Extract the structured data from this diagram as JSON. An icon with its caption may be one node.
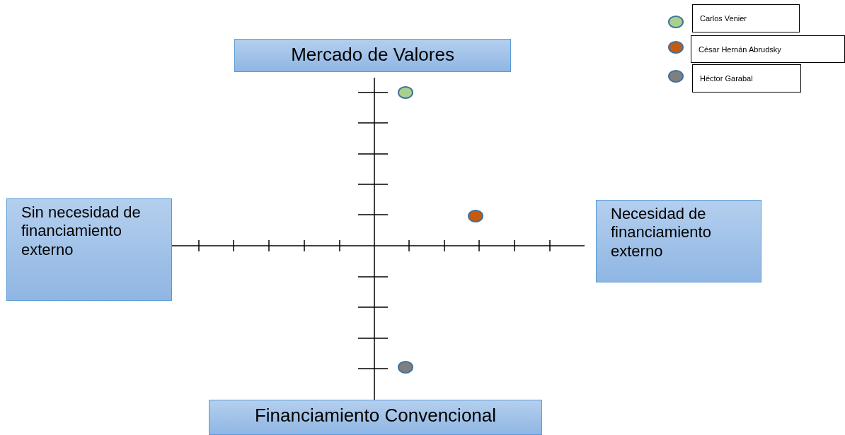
{
  "diagram": {
    "nodes": [
      {
        "text": [
          "Mercado de Valores"
        ]
      },
      {
        "text": [
          "Sin necesidad de financiamiento externo"
        ]
      },
      {
        "text": [
          "Necesidad de financiamiento externo"
        ]
      },
      {
        "text": [
          "Financiamiento Convencional"
        ]
      }
    ],
    "legend": [
      {
        "text": "Carlos Venier",
        "color": "#a9d18e"
      },
      {
        "text": "César Hernán Abrudsky",
        "color": "#c55a11"
      },
      {
        "text": "Héctor Garabal",
        "color": "#7f7f7f"
      }
    ]
  }
}
